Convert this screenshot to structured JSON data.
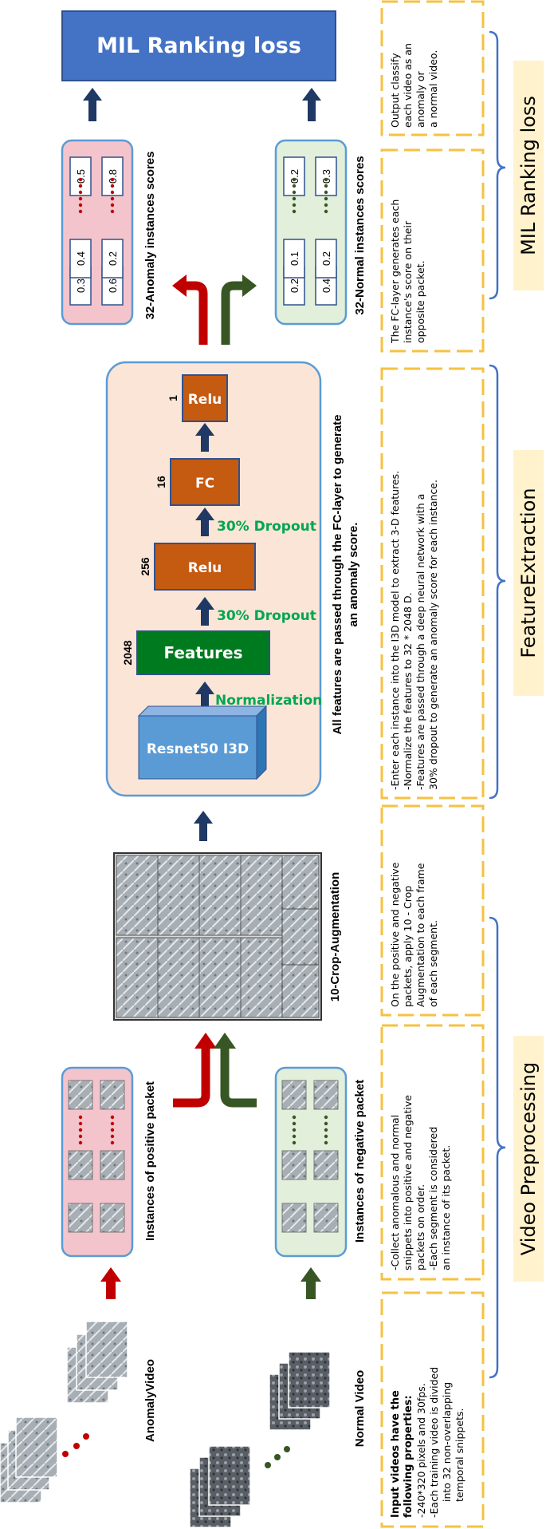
{
  "title_box": "MIL Ranking loss",
  "pipeline": {
    "videos": {
      "anomaly": "AnomalyVideo",
      "normal": "Normal Video"
    },
    "packets": {
      "positive": "Instances of positive packet",
      "negative": "Instances of negative packet"
    },
    "crop_label": "10-Crop-Augmentation",
    "network": {
      "backbone": "Resnet50 I3D",
      "normalization": "Normalization",
      "features": {
        "label": "Features",
        "dim": "2048"
      },
      "dropout": "30% Dropout",
      "relu1": {
        "label": "Relu",
        "dim": "256"
      },
      "fc": {
        "label": "FC",
        "dim": "16"
      },
      "relu2": {
        "label": "Relu",
        "dim": "1"
      },
      "caption_line1": "All features are passed through the FC-layer to generate",
      "caption_line2": "an anomaly score."
    },
    "scores": {
      "anomaly_title": "32-Anomaly instances scores",
      "normal_title": "32-Normal instances scores",
      "anomaly_rows": [
        [
          "0.3",
          "0.4",
          "0.5"
        ],
        [
          "0.6",
          "0.2",
          "0.8"
        ]
      ],
      "normal_rows": [
        [
          "0.2",
          "0.1",
          "0.2"
        ],
        [
          "0.4",
          "0.2",
          "0.3"
        ]
      ],
      "ellipsis": "......"
    }
  },
  "notes": {
    "input": {
      "bold1": "Input videos have the",
      "bold2": "following properties:",
      "lines": [
        "-240*320 pixels and 30fps.",
        "-Each training video is divided",
        "into 32 non-overlapping",
        "temporal snippets."
      ]
    },
    "collect": [
      "-Collect anomalous and normal",
      "snippets into positive and negative",
      "packets on order.",
      "-Each segment is considered",
      "an instance of its packet."
    ],
    "crop": [
      "On the positive and negative",
      "packets, apply 10 - Crop",
      "Augmentation to each frame",
      "of each segment."
    ],
    "extract": [
      "-Enter each instance into the I3D model to extract 3-D features.",
      "-Normalize the features to 32 * 2048 D.",
      "-Features are passed through a deep neural network with a",
      "30% dropout to generate an anomaly score for each instance."
    ],
    "fc_score": [
      "The FC-layer generates each",
      "instance's score on their",
      "opposite packet."
    ],
    "output": [
      "Output classify",
      "each video as an",
      "anomaly or",
      "a normal video."
    ]
  },
  "sections": {
    "preprocessing": "Video Preprocessing",
    "extraction": "FeatureExtraction",
    "ranking": "MIL Ranking loss"
  },
  "colors": {
    "blue": "#4472c4",
    "navy": "#1f3864",
    "red": "#c00000",
    "green": "#375623",
    "orange": "#c55a11",
    "feat_green": "#007a1e",
    "pink": "#f4c4cc",
    "mint": "#e2efda",
    "peach": "#fbe5d6",
    "yellow": "#f5c242",
    "cream": "#fff2cc"
  }
}
